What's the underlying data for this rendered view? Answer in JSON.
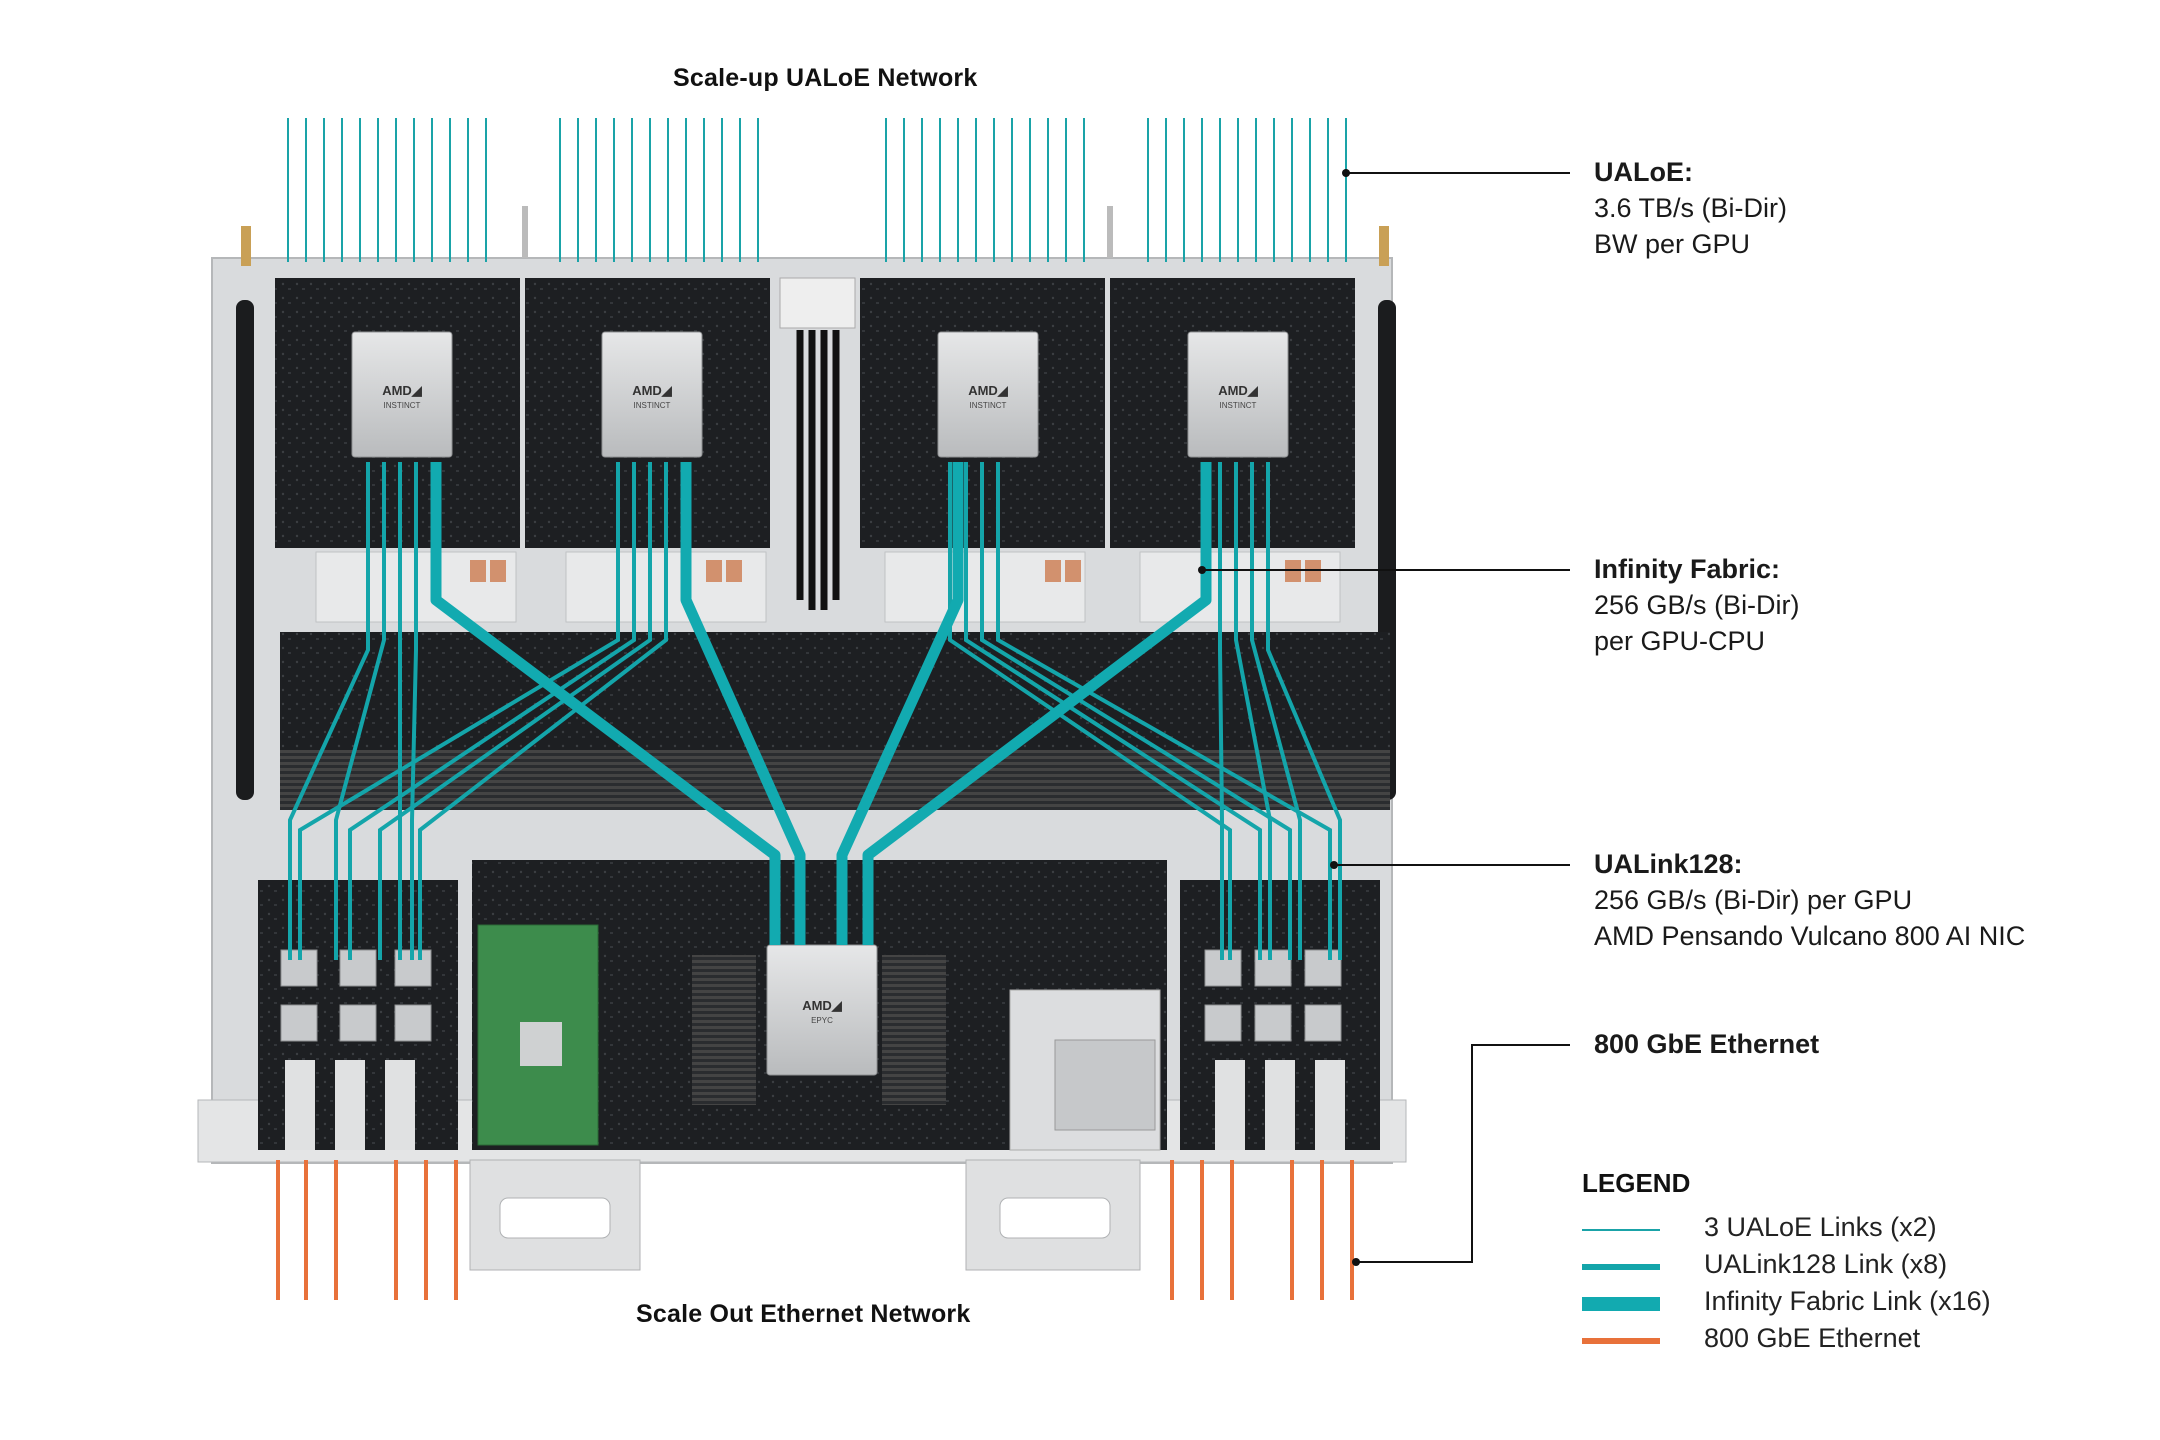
{
  "titles": {
    "top_network": "Scale-up UALoE Network",
    "bottom_network": "Scale Out Ethernet Network"
  },
  "chips": {
    "gpu_brand": "AMD◢",
    "gpu_model": "INSTINCT",
    "cpu_brand": "AMD◢",
    "cpu_model": "EPYC"
  },
  "annotations": {
    "ualoe": {
      "head": "UALoE:",
      "line1": "3.6 TB/s (Bi-Dir)",
      "line2": "BW per GPU"
    },
    "infinity_fabric": {
      "head": "Infinity Fabric:",
      "line1": "256 GB/s (Bi-Dir)",
      "line2": "per GPU-CPU"
    },
    "ualink": {
      "head": "UALink128:",
      "line1": "256 GB/s (Bi-Dir) per GPU",
      "line2": "AMD Pensando Vulcano 800 AI NIC"
    },
    "ethernet": {
      "head": "800 GbE Ethernet"
    }
  },
  "legend": {
    "title": "LEGEND",
    "items": [
      {
        "label": "3 UALoE Links (x2)",
        "color": "#1aa3a8",
        "style": "thin"
      },
      {
        "label": "UALink128 Link (x8)",
        "color": "#14a5aa",
        "style": "medium"
      },
      {
        "label": "Infinity Fabric Link (x16)",
        "color": "#12aab0",
        "style": "thick"
      },
      {
        "label": "800 GbE Ethernet",
        "color": "#e8713a",
        "style": "medium"
      }
    ]
  },
  "colors": {
    "teal": "#14a8ae",
    "orange": "#e8713a",
    "board_dark": "#1c1e21",
    "chassis": "#d8dadc"
  }
}
